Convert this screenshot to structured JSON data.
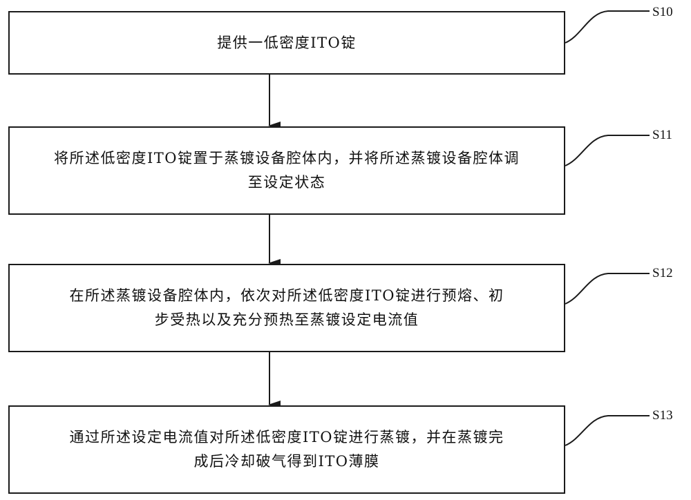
{
  "steps": [
    {
      "id": "S10",
      "text_lines": [
        "提供一低密度ITO锭"
      ]
    },
    {
      "id": "S11",
      "text_lines": [
        "将所述低密度ITO锭置于蒸镀设备腔体内，并将所述蒸镀设备腔体调",
        "至设定状态"
      ]
    },
    {
      "id": "S12",
      "text_lines": [
        "在所述蒸镀设备腔体内，依次对所述低密度ITO锭进行预熔、初",
        "步受热以及充分预热至蒸镀设定电流值"
      ]
    },
    {
      "id": "S13",
      "text_lines": [
        "通过所述设定电流值对所述低密度ITO锭进行蒸镀，并在蒸镀完",
        "成后冷却破气得到ITO薄膜"
      ]
    }
  ],
  "connections": [
    {
      "from": "S10",
      "to": "S11"
    },
    {
      "from": "S11",
      "to": "S12"
    },
    {
      "from": "S12",
      "to": "S13"
    }
  ],
  "colors": {
    "line": "#1a1a1a",
    "text": "#111111",
    "background": "#ffffff"
  }
}
